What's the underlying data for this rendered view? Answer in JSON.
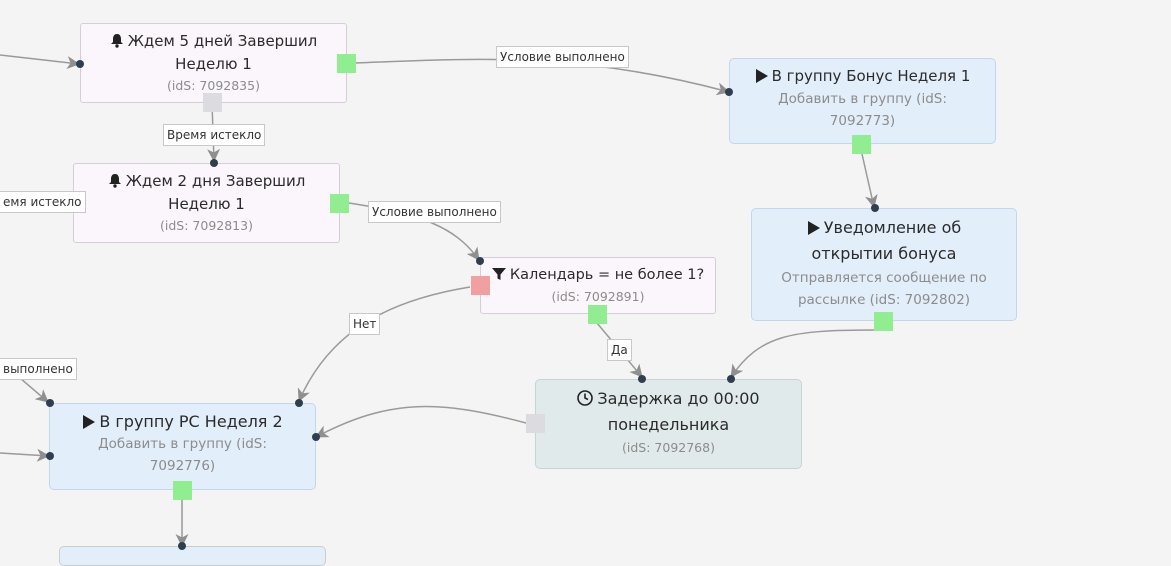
{
  "nodes": {
    "wait5": {
      "title": "Ждем 5 дней Завершил Неделю 1",
      "id_text": "(idS: 7092835)",
      "icon": "bell-icon"
    },
    "wait2": {
      "title": "Ждем 2 дня Завершил Неделю 1",
      "id_text": "(idS: 7092813)",
      "icon": "bell-icon"
    },
    "bonus_group": {
      "title": "В группу Бонус Неделя 1",
      "subtitle": "Добавить в группу (idS: 7092773)",
      "icon": "play-icon"
    },
    "bonus_notice": {
      "title": "Уведомление об открытии бонуса",
      "subtitle": "Отправляется сообщение по рассылке (idS: 7092802)",
      "icon": "play-icon"
    },
    "calendar": {
      "title": "Календарь = не более 1?",
      "id_text": "(idS: 7092891)",
      "icon": "filter-icon"
    },
    "rc_group": {
      "title": "В группу РС Неделя 2",
      "subtitle": "Добавить в группу (idS: 7092776)",
      "icon": "play-icon"
    },
    "delay": {
      "title": "Задержка до 00:00 понедельника",
      "id_text": "(idS: 7092768)",
      "icon": "clock-icon"
    }
  },
  "edge_labels": {
    "cond_met_1": "Условие выполнено",
    "time_out_1": "Время истекло",
    "time_out_2": "емя истекло",
    "cond_met_2": "Условие выполнено",
    "no": "Нет",
    "yes": "Да",
    "cond_met_3": "выполнено"
  },
  "colors": {
    "port_success": "#90ee90",
    "port_fail": "#f0a0a0",
    "port_idle": "#dcdce0",
    "group_node_bg": "#e3eefb",
    "wait_node_bg": "#fbf6fb",
    "delay_node_bg": "#e0eaea",
    "edge": "#999999"
  }
}
